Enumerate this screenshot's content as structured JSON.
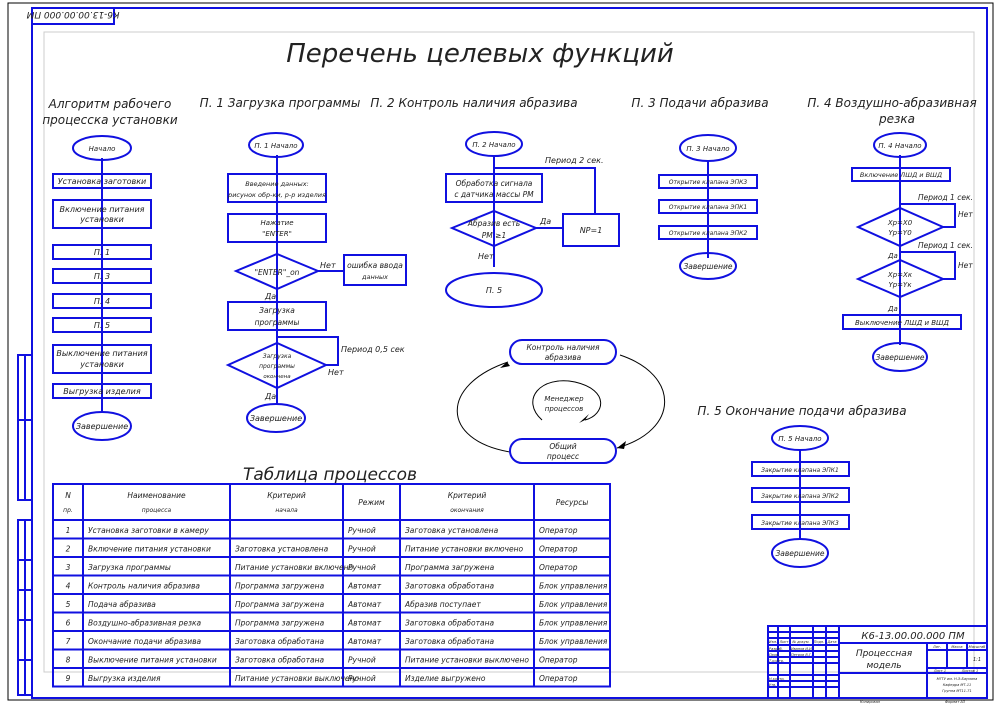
{
  "stamp_top": "К6-13.00.00.000 ПМ",
  "main_title": "Перечень целевых функций",
  "sections": {
    "algo": {
      "title1": "Алгоритм рабочего",
      "title2": "процесска установки",
      "start": "Начало",
      "steps": [
        "Установка заготовки",
        "Включение питания",
        "установки",
        "П. 1",
        "П. 3",
        "П. 4",
        "П. 5",
        "Выключение питания",
        "установки",
        "Выгрузка изделия"
      ],
      "end": "Завершение"
    },
    "p1": {
      "title": "П. 1 Загрузка программы",
      "start": "П. 1 Начало",
      "input1": "Введение данных:",
      "input2": "рисунок обр-ки, р-р изделия",
      "press1": "Нажатие",
      "press2": "\"ENTER\"",
      "decision": "\"ENTER\"_on",
      "no": "Нет",
      "error1": "ошибка ввода",
      "error2": "данных",
      "yes": "Да",
      "load1": "Загрузка",
      "load2": "программы",
      "period": "Период 0,5 сек",
      "check1": "Загрузка",
      "check2": "программы",
      "check3": "окончена",
      "no2": "Нет",
      "yes2": "Да",
      "end": "Завершение"
    },
    "p2": {
      "title": "П. 2 Контроль наличия абразива",
      "start": "П. 2 Начало",
      "period": "Период 2 сек.",
      "proc1": "Обработка сигнала",
      "proc2": "с датчика массы РМ",
      "dec1": "Абразив есть",
      "dec2": "РМ ≥1",
      "yes": "Да",
      "set": "NP=1",
      "no": "Нет",
      "end": "П. 5"
    },
    "p3": {
      "title": "П. 3 Подачи абразива",
      "start": "П. 3 Начало",
      "steps": [
        "Открытие клапана ЭПК3",
        "Открытие клапана ЭПК1",
        "Открытие клапана ЭПК2"
      ],
      "end": "Завершение"
    },
    "p4": {
      "title1": "П. 4 Воздушно-абразивная",
      "title2": "резка",
      "start": "П. 4 Начало",
      "on": "Включение ЛШД и ВШД",
      "period1": "Период 1 сек.",
      "dec1a": "Xр=X0",
      "dec1b": "Yр=Y0",
      "no1": "Нет",
      "period2": "Период 1 сек.",
      "yes1": "Да",
      "dec2a": "Xр=Xк",
      "dec2b": "Yр=Yк",
      "no2": "Нет",
      "yes2": "Да",
      "off": "Выключение ЛШД и ВШД",
      "end": "Завершение"
    },
    "manager": {
      "top1": "Контроль наличия",
      "top2": "абразива",
      "center1": "Менеджер",
      "center2": "процессов",
      "bottom1": "Общий",
      "bottom2": "процесс"
    },
    "p5": {
      "title": "П. 5 Окончание подачи абразива",
      "start": "П. 5 Начало",
      "steps": [
        "Закрытие клапана ЭПК1",
        "Закрытие клапана ЭПК2",
        "Закрытие клапана ЭПК3"
      ],
      "end": "Завершение"
    }
  },
  "table": {
    "title": "Таблица процессов",
    "headers": [
      [
        "N",
        "пр."
      ],
      [
        "Наименование",
        "процесса"
      ],
      [
        "Критерий",
        "начала"
      ],
      [
        "Режим",
        ""
      ],
      [
        "Критерий",
        "окончания"
      ],
      [
        "Ресурсы",
        ""
      ]
    ],
    "rows": [
      [
        "1",
        "Установка заготовки в камеру",
        "",
        "Ручной",
        "Заготовка установлена",
        "Оператор"
      ],
      [
        "2",
        "Включение питания установки",
        "Заготовка установлена",
        "Ручной",
        "Питание установки включено",
        "Оператор"
      ],
      [
        "3",
        "Загрузка программы",
        "Питание установки включено",
        "Ручной",
        "Программа загружена",
        "Оператор"
      ],
      [
        "4",
        "Контроль наличия абразива",
        "Программа загружена",
        "Автомат",
        "Заготовка обработана",
        "Блок управления"
      ],
      [
        "5",
        "Подача абразива",
        "Программа загружена",
        "Автомат",
        "Абразив поступает",
        "Блок управления"
      ],
      [
        "6",
        "Воздушно-абразивная резка",
        "Программа загружена",
        "Автомат",
        "Заготовка обработана",
        "Блок управления"
      ],
      [
        "7",
        "Окончание подачи абразива",
        "Заготовка обработана",
        "Автомат",
        "Заготовка обработана",
        "Блок управления"
      ],
      [
        "8",
        "Выключение питания установки",
        "Заготовка обработана",
        "Ручной",
        "Питание установки выключено",
        "Оператор"
      ],
      [
        "9",
        "Выгрузка изделия",
        "Питание установки выключено",
        "Ручной",
        "Изделие выгружено",
        "Оператор"
      ]
    ]
  },
  "title_block": {
    "code": "К6-13.00.00.000 ПМ",
    "name1": "Процессная",
    "name2": "модель",
    "headers": [
      "Изм.",
      "Лист",
      "№ докум.",
      "Подп.",
      "Дата"
    ],
    "roles": [
      "Разраб.",
      "Пров.",
      "Т.контр.",
      "Н.контр.",
      "Утв."
    ],
    "names": [
      "Иванов И.И.",
      "Петров В.Г."
    ],
    "lit_header": "Лит.",
    "mass_header": "Масса",
    "scale_header": "Масштаб",
    "scale": "1:1",
    "sheet": "Лист 1",
    "sheets": "Листов 1",
    "org1": "МГТУ им. Н.Э.Баумана",
    "org2": "Кафедра МТ-11",
    "org3": "Группа МТ11-71",
    "copied": "Копировал",
    "format": "Формат A3"
  }
}
